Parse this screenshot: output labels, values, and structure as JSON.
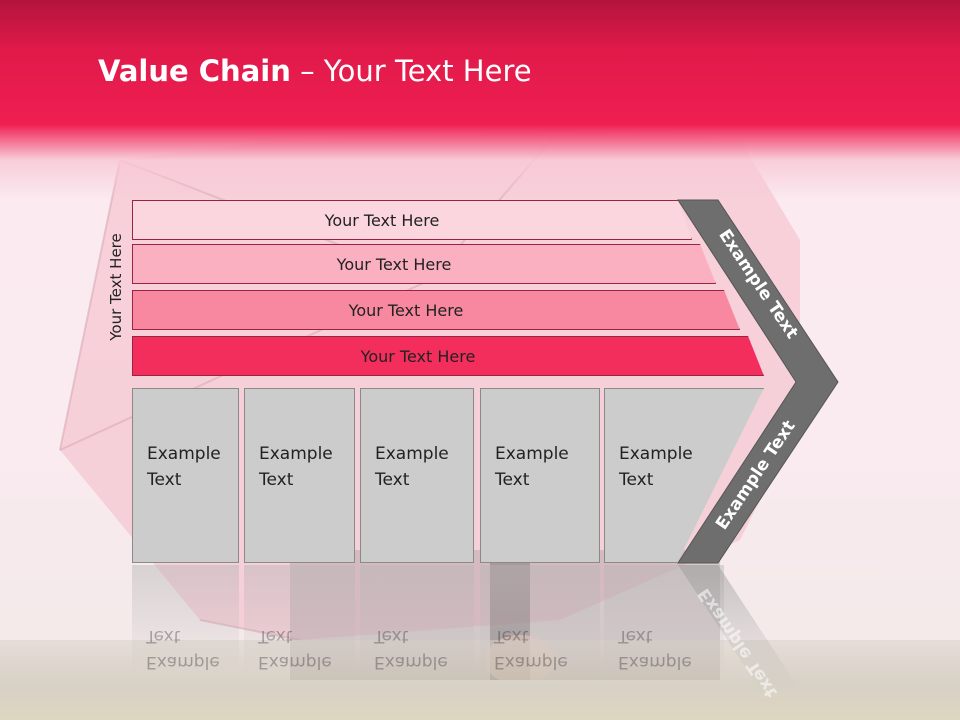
{
  "slide": {
    "title_bold": "Value Chain",
    "title_rest": " – Your Text Here",
    "side_label": "Your Text Here",
    "bars": [
      {
        "label": "Your Text Here",
        "color": "#fcd6df"
      },
      {
        "label": "Your Text Here",
        "color": "#fab0c0"
      },
      {
        "label": "Your Text Here",
        "color": "#f7889f"
      },
      {
        "label": "Your Text Here",
        "color": "#f42e5c"
      }
    ],
    "boxes": [
      {
        "line1": "Example",
        "line2": "Text"
      },
      {
        "line1": "Example",
        "line2": "Text"
      },
      {
        "line1": "Example",
        "line2": "Text"
      },
      {
        "line1": "Example",
        "line2": "Text"
      },
      {
        "line1": "Example",
        "line2": "Text"
      }
    ],
    "chevron": {
      "upper_text": "Example Text",
      "lower_text": "Example Text",
      "color": "#6e6e6e"
    }
  },
  "colors": {
    "header": "#f01e52",
    "box_fill": "#cccccc"
  }
}
